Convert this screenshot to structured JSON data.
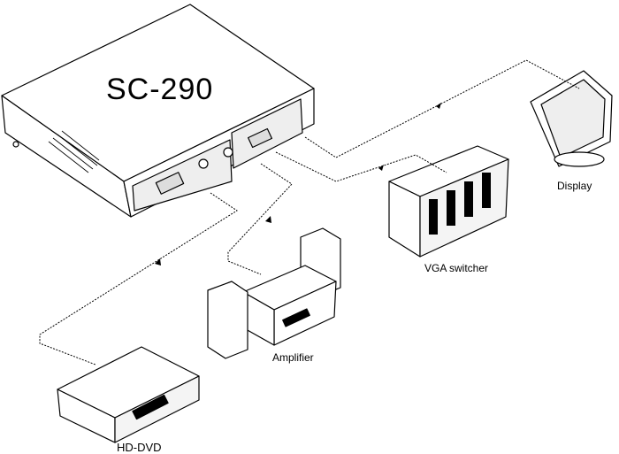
{
  "main_device": {
    "label": "SC-290"
  },
  "devices": [
    {
      "id": "display",
      "label": "Display"
    },
    {
      "id": "vga-switcher",
      "label": "VGA switcher"
    },
    {
      "id": "amplifier",
      "label": "Amplifier"
    },
    {
      "id": "hd-dvd",
      "label": "HD-DVD"
    }
  ],
  "colors": {
    "line": "#000000",
    "background": "#ffffff"
  }
}
